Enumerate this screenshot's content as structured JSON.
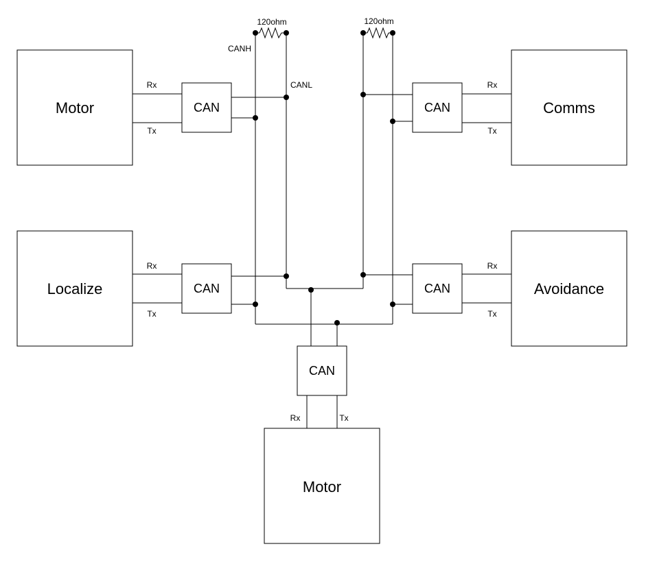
{
  "modules": {
    "motor_top": "Motor",
    "comms": "Comms",
    "localize": "Localize",
    "avoidance": "Avoidance",
    "motor_bottom": "Motor"
  },
  "can_label": "CAN",
  "signals": {
    "rx": "Rx",
    "tx": "Tx"
  },
  "bus": {
    "canh": "CANH",
    "canl": "CANL"
  },
  "resistor_label": "120ohm",
  "colors": {
    "line": "#000000",
    "background": "#ffffff"
  }
}
